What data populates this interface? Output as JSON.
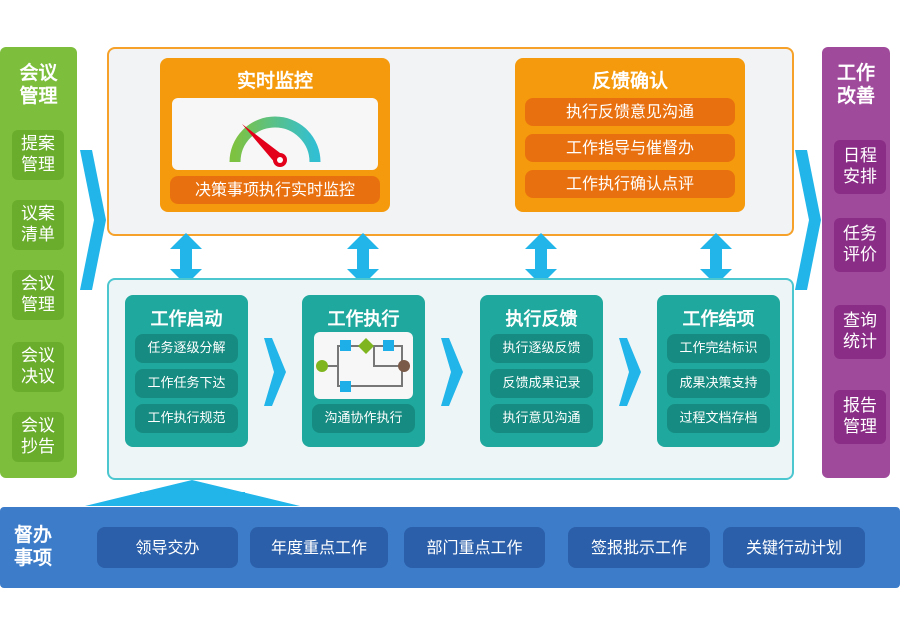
{
  "left_column": {
    "title": "会议管理",
    "items": [
      "提案管理",
      "议案清单",
      "会议管理",
      "会议决议",
      "会议抄告"
    ]
  },
  "right_column": {
    "title": "工作改善",
    "items": [
      "日程安排",
      "任务评价",
      "查询统计",
      "报告管理"
    ]
  },
  "monitor_card": {
    "title": "实时监控",
    "item": "决策事项执行实时监控"
  },
  "feedback_card": {
    "title": "反馈确认",
    "items": [
      "执行反馈意见沟通",
      "工作指导与催督办",
      "工作执行确认点评"
    ]
  },
  "stages": [
    {
      "title": "工作启动",
      "items": [
        "任务逐级分解",
        "工作任务下达",
        "工作执行规范"
      ]
    },
    {
      "title": "工作执行",
      "items": [
        "沟通协作执行"
      ]
    },
    {
      "title": "执行反馈",
      "items": [
        "执行逐级反馈",
        "反馈成果记录",
        "执行意见沟通"
      ]
    },
    {
      "title": "工作结项",
      "items": [
        "工作完结标识",
        "成果决策支持",
        "过程文档存档"
      ]
    }
  ],
  "bottom_bar": {
    "title": "督办事项",
    "items": [
      "领导交办",
      "年度重点工作",
      "部门重点工作",
      "签报批示工作",
      "关键行动计划"
    ]
  },
  "colors": {
    "green": "#7dbe3c",
    "purple": "#a04a9c",
    "orange": "#f59a0c",
    "teal": "#1fa89d",
    "blue": "#3d7cc9",
    "arrow": "#21b5ea"
  }
}
